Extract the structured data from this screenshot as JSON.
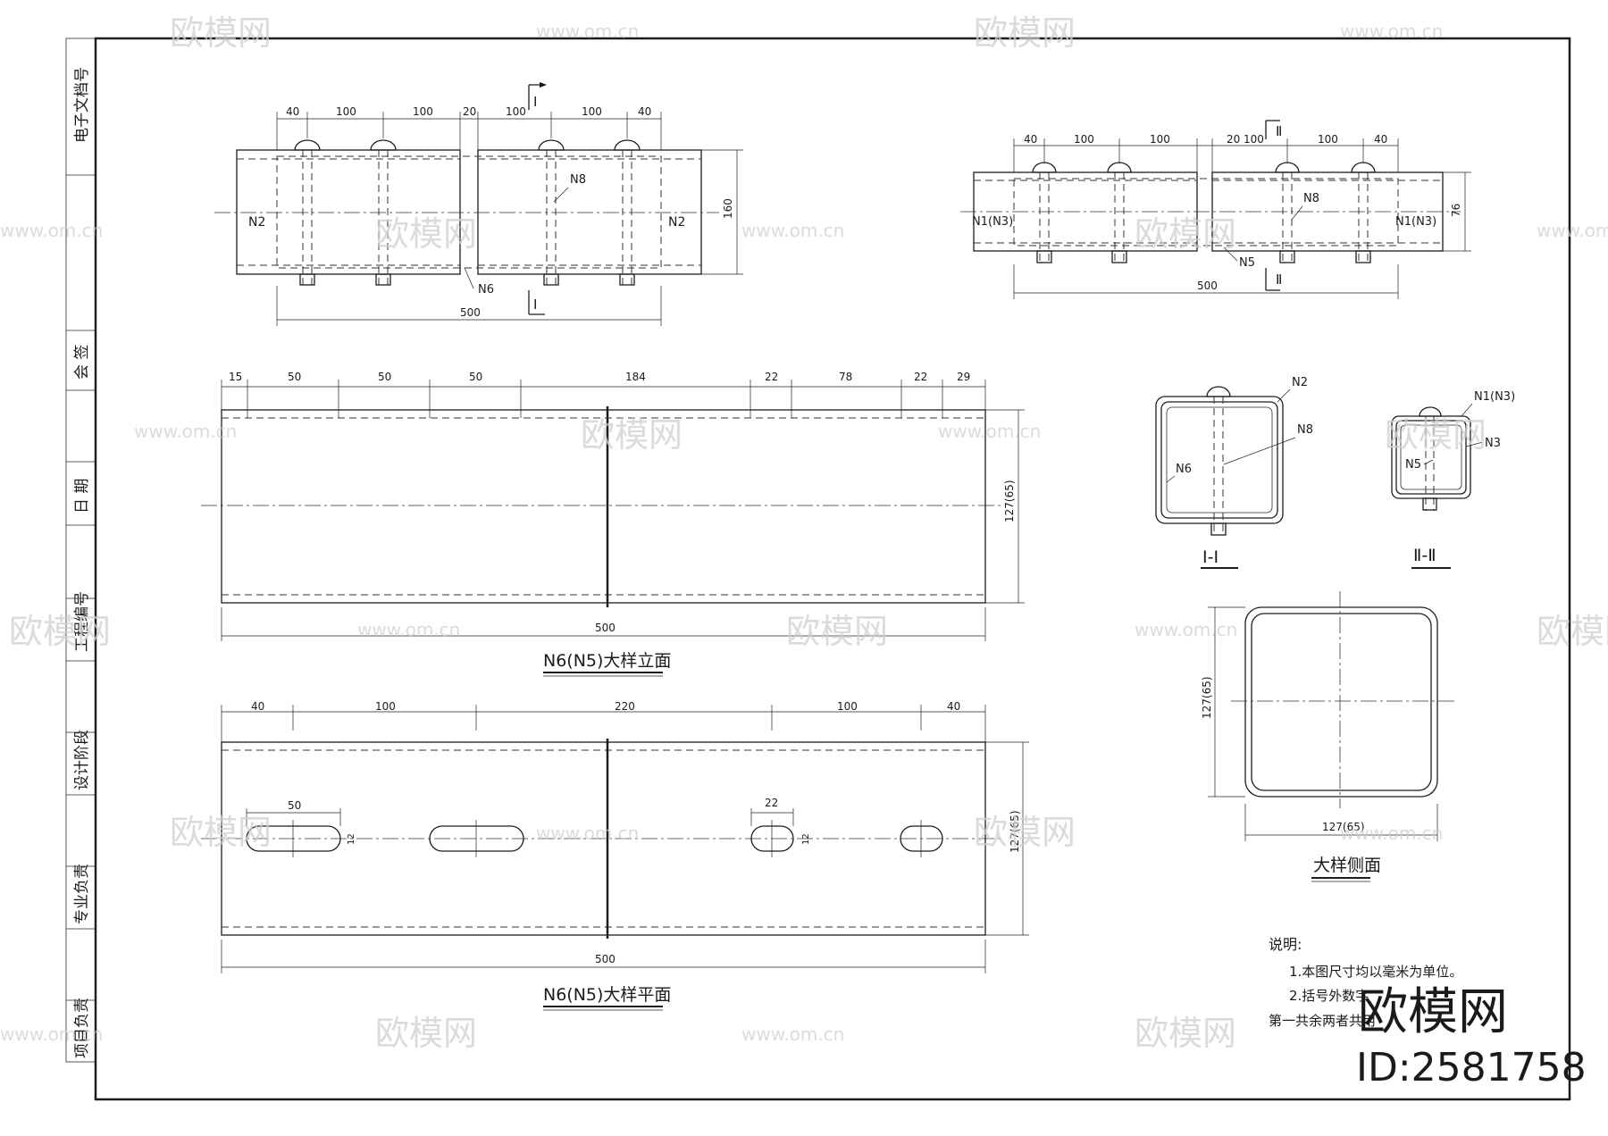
{
  "title_block": {
    "items": [
      "电子文档号",
      "会 签",
      "日 期",
      "工程编号",
      "设计阶段",
      "专业负责",
      "项目负责"
    ]
  },
  "top_left_view": {
    "dims_top": [
      "40",
      "100",
      "100",
      "20",
      "100",
      "100",
      "40"
    ],
    "section_mark": "I",
    "height_dim": "160",
    "bottom_dim": "500",
    "labels": {
      "left": "N2",
      "right": "N2",
      "n8": "N8",
      "n6": "N6"
    }
  },
  "top_right_view": {
    "dims_top": [
      "40",
      "100",
      "100",
      "20",
      "100",
      "100",
      "40"
    ],
    "section_mark": "Ⅱ",
    "height_dim": "76",
    "bottom_dim": "500",
    "labels": {
      "left": "N1(N3)",
      "right": "N1(N3)",
      "n8": "N8",
      "n5": "N5"
    }
  },
  "elevation": {
    "dims_top": [
      "15",
      "50",
      "50",
      "50",
      "184",
      "22",
      "78",
      "22",
      "29"
    ],
    "height_dim": "127(65)",
    "bottom_dim": "500",
    "caption": "N6(N5)大样立面"
  },
  "plan": {
    "dims_top": [
      "40",
      "100",
      "220",
      "100",
      "40"
    ],
    "slot_dims": [
      "50",
      "22"
    ],
    "slot_small": [
      "12",
      "12"
    ],
    "height_dim": "127(65)",
    "bottom_dim": "500",
    "caption": "N6(N5)大样平面"
  },
  "section_1": {
    "labels": {
      "n2": "N2",
      "n8": "N8",
      "n6": "N6"
    },
    "caption": "I-I"
  },
  "section_2": {
    "labels": {
      "n1": "N1(N3)",
      "n3": "N3",
      "n5": "N5"
    },
    "caption": "Ⅱ-Ⅱ"
  },
  "side_view": {
    "height_dim": "127(65)",
    "width_dim": "127(65)",
    "caption": "大样侧面"
  },
  "notes": {
    "heading": "说明:",
    "line1": "1.本图尺寸均以毫米为单位。",
    "line2": "2.括号外数字",
    "line3": "第一共余两者共用"
  },
  "watermark": {
    "logo_text": "欧模网",
    "url_text": "www.om.cn",
    "brand": "欧模网",
    "id": "ID:2581758"
  }
}
